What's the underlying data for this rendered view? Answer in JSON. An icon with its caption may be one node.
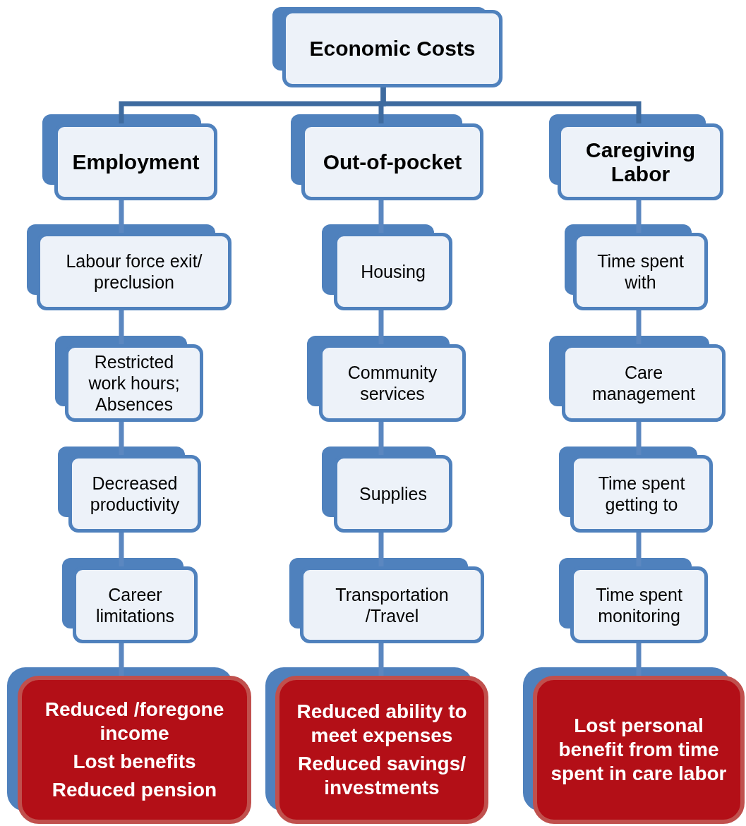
{
  "diagram": {
    "nodes": [
      {
        "text": [
          "Economic Costs"
        ]
      },
      {
        "text": [
          "Employment"
        ]
      },
      {
        "text": [
          "Out-of-pocket"
        ]
      },
      {
        "text": [
          "Caregiving Labor"
        ]
      },
      {
        "text": [
          "Labour force exit/ preclusion"
        ]
      },
      {
        "text": [
          "Restricted work hours; Absences"
        ]
      },
      {
        "text": [
          "Decreased productivity"
        ]
      },
      {
        "text": [
          "Career limitations"
        ]
      },
      {
        "text": [
          "Reduced /foregone income",
          "Lost benefits",
          "Reduced pension"
        ]
      },
      {
        "text": [
          "Housing"
        ]
      },
      {
        "text": [
          "Community services"
        ]
      },
      {
        "text": [
          "Supplies"
        ]
      },
      {
        "text": [
          "Transportation /Travel"
        ]
      },
      {
        "text": [
          "Reduced ability to meet expenses",
          "Reduced savings/ investments"
        ]
      },
      {
        "text": [
          "Time spent with"
        ]
      },
      {
        "text": [
          "Care management"
        ]
      },
      {
        "text": [
          "Time spent getting to"
        ]
      },
      {
        "text": [
          "Time spent monitoring"
        ]
      },
      {
        "text": [
          "Lost personal benefit from time spent in care labor"
        ]
      }
    ],
    "edges": [
      {
        "from": 0,
        "to": 1,
        "arrow": "none"
      },
      {
        "from": 0,
        "to": 2,
        "arrow": "none"
      },
      {
        "from": 0,
        "to": 3,
        "arrow": "none"
      },
      {
        "from": 1,
        "to": 4,
        "arrow": "none"
      },
      {
        "from": 4,
        "to": 5,
        "arrow": "none"
      },
      {
        "from": 5,
        "to": 6,
        "arrow": "none"
      },
      {
        "from": 6,
        "to": 7,
        "arrow": "none"
      },
      {
        "from": 7,
        "to": 8,
        "arrow": "none"
      },
      {
        "from": 2,
        "to": 9,
        "arrow": "none"
      },
      {
        "from": 9,
        "to": 10,
        "arrow": "none"
      },
      {
        "from": 10,
        "to": 11,
        "arrow": "none"
      },
      {
        "from": 11,
        "to": 12,
        "arrow": "none"
      },
      {
        "from": 12,
        "to": 13,
        "arrow": "none"
      },
      {
        "from": 3,
        "to": 14,
        "arrow": "none"
      },
      {
        "from": 14,
        "to": 15,
        "arrow": "none"
      },
      {
        "from": 15,
        "to": 16,
        "arrow": "none"
      },
      {
        "from": 16,
        "to": 17,
        "arrow": "none"
      },
      {
        "from": 17,
        "to": 18,
        "arrow": "none"
      }
    ]
  }
}
